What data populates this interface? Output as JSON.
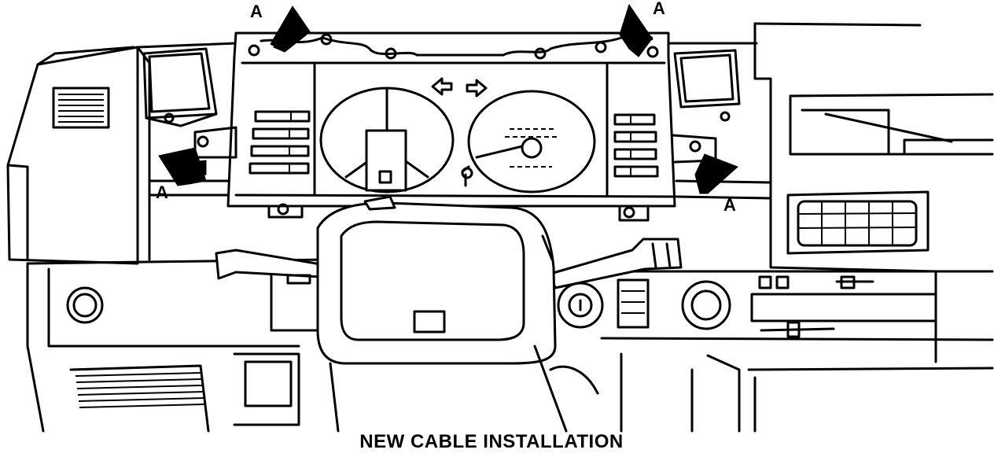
{
  "figure": {
    "caption": "NEW CABLE INSTALLATION",
    "callouts": [
      {
        "id": "top-left",
        "label": "A"
      },
      {
        "id": "top-right",
        "label": "A"
      },
      {
        "id": "mid-left",
        "label": "A"
      },
      {
        "id": "mid-right",
        "label": "A"
      }
    ]
  }
}
